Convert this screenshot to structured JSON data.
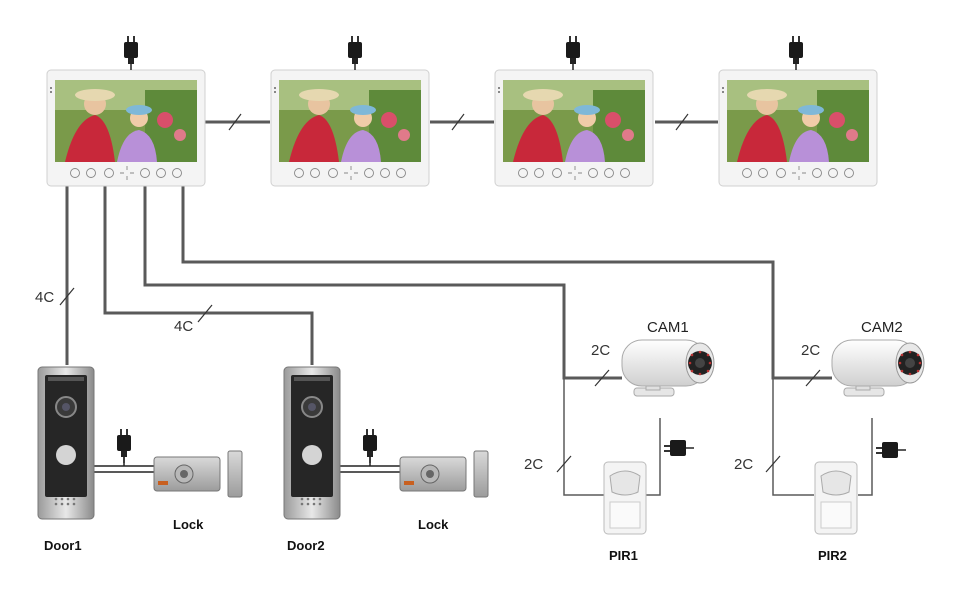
{
  "labels": {
    "wire_4c_left": "4C",
    "wire_4c_mid": "4C",
    "wire_2c_cam1": "2C",
    "wire_2c_pir1": "2C",
    "wire_2c_cam2": "2C",
    "wire_2c_pir2": "2C",
    "cam1": "CAM1",
    "cam2": "CAM2",
    "door1": "Door1",
    "door2": "Door2",
    "lock1": "Lock",
    "lock2": "Lock",
    "pir1": "PIR1",
    "pir2": "PIR2"
  },
  "colors": {
    "wire": "#5a5a5a",
    "monitor_frame": "#f4f4f4",
    "door_panel": "#2b2b2b",
    "accent_silver": "#c8c8c8"
  },
  "icons": [
    "power-adapter-icon",
    "monitor-screen-image",
    "outdoor-door-panel",
    "electric-lock",
    "bullet-camera",
    "pir-sensor"
  ]
}
